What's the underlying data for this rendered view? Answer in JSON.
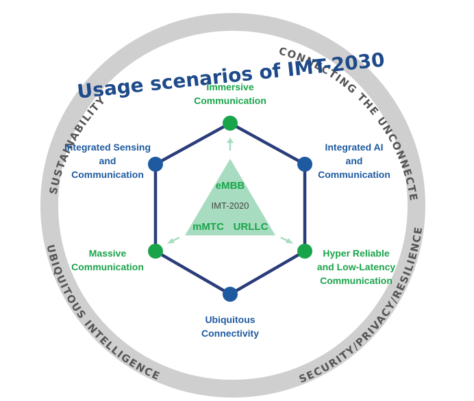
{
  "diagram": {
    "title": "Usage scenarios of IMT-2030",
    "ring_labels": {
      "top_left": "SUSTAINABILITY",
      "top_right": "CONNECTING THE UNCONNECTED",
      "bottom_left": "UBIQUITOUS INTELLIGENCE",
      "bottom_right": "SECURITY/PRIVACY/RESILIENCE"
    },
    "scenarios": {
      "immersive": {
        "line1": "Immersive",
        "line2": "Communication"
      },
      "sensing": {
        "line1": "Integrated Sensing",
        "line2": "and",
        "line3": "Communication"
      },
      "ai": {
        "line1": "Integrated AI",
        "line2": "and",
        "line3": "Communication"
      },
      "massive": {
        "line1": "Massive",
        "line2": "Communication"
      },
      "hrllc": {
        "line1": "Hyper Reliable",
        "line2": "and Low-Latency",
        "line3": "Communication"
      },
      "ubiquitous": {
        "line1": "Ubiquitous",
        "line2": "Connectivity"
      }
    },
    "triangle": {
      "top": "eMBB",
      "center": "IMT-2020",
      "left": "mMTC",
      "right": "URLLC"
    },
    "colors": {
      "ring": "#cfcfcf",
      "hexagon": "#2a3d7a",
      "green": "#1aa44a",
      "blue": "#1e5aa0",
      "triangle": "#a8dcc0",
      "title": "#1e4a8a"
    }
  }
}
